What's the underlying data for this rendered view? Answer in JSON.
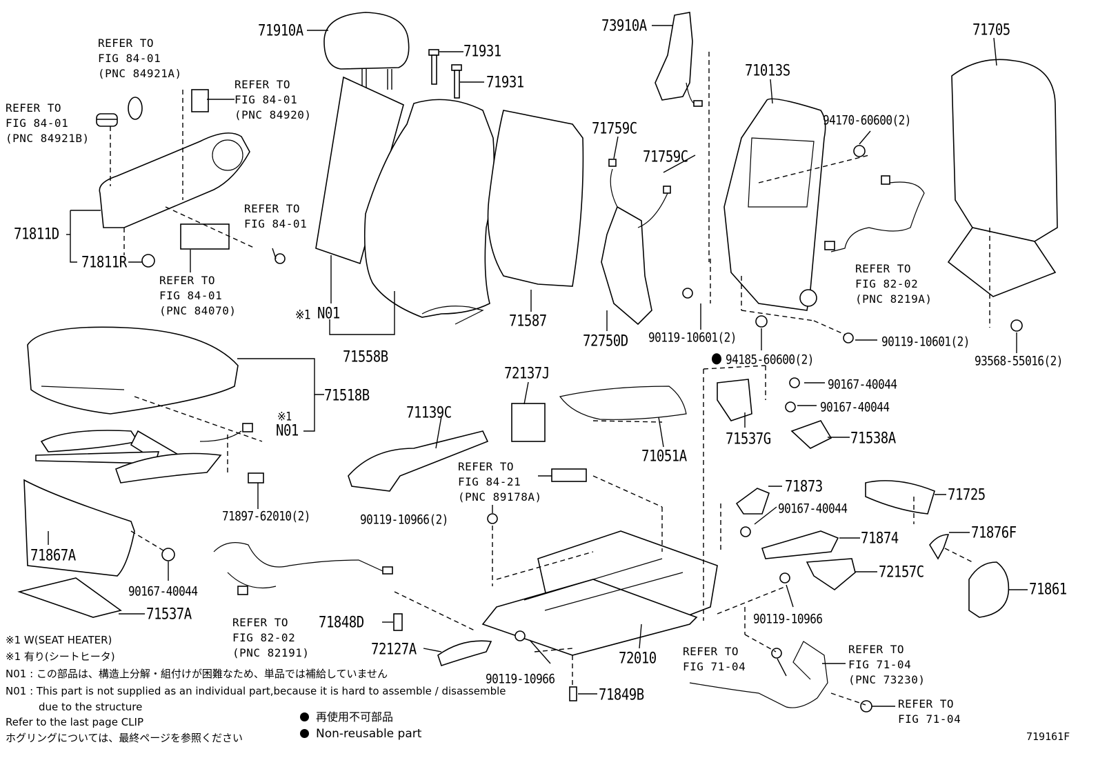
{
  "parts": {
    "p71910A": "71910A",
    "p71931a": "71931",
    "p71931b": "71931",
    "p73910A": "73910A",
    "p71705": "71705",
    "p71013S": "71013S",
    "p94170": "94170-60600(2)",
    "p71759C_a": "71759C",
    "p71759C_b": "71759C",
    "p71811D": "71811D",
    "p71811R": "71811R",
    "p71558B": "71558B",
    "p71587": "71587",
    "p72750D": "72750D",
    "p90119_10601a": "90119-10601(2)",
    "p90119_10601b": "90119-10601(2)",
    "p94185": "94185-60600(2)",
    "p93568": "93568-55016(2)",
    "pN01a": "N01",
    "pN01b": "N01",
    "x1a": "※1",
    "x1b": "※1",
    "p71518B": "71518B",
    "p72137J": "72137J",
    "p71139C": "71139C",
    "p71051A": "71051A",
    "p90167_a": "90167-40044",
    "p90167_b": "90167-40044",
    "p71537G": "71537G",
    "p71538A": "71538A",
    "p71897": "71897-62010(2)",
    "p90119_10966a": "90119-10966(2)",
    "p71873": "71873",
    "p90167_c": "90167-40044",
    "p71725": "71725",
    "p71874": "71874",
    "p71876F": "71876F",
    "p71867A": "71867A",
    "p90167_d": "90167-40044",
    "p72157C": "72157C",
    "p71861": "71861",
    "p90119_10966b": "90119-10966",
    "p71537A": "71537A",
    "p71848D": "71848D",
    "p72127A": "72127A",
    "p72010": "72010",
    "p90119_10966c": "90119-10966",
    "p71849B": "71849B"
  },
  "refs": {
    "r1": "REFER TO\nFIG 84-01\n(PNC 84921A)",
    "r2": "REFER TO\nFIG 84-01\n(PNC 84921B)",
    "r3": "REFER TO\nFIG 84-01\n(PNC 84920)",
    "r4": "REFER TO\nFIG 84-01",
    "r5": "REFER TO\nFIG 84-01\n(PNC 84070)",
    "r6": "REFER TO\nFIG 82-02\n(PNC 8219A)",
    "r7": "REFER TO\nFIG 84-21\n(PNC 89178A)",
    "r8": "REFER TO\nFIG 82-02\n(PNC 82191)",
    "r9": "REFER TO\nFIG 71-04",
    "r10": "REFER TO\nFIG 71-04\n(PNC 73230)",
    "r11": "REFER TO\nFIG 71-04"
  },
  "notes": {
    "n1": "※1  W(SEAT HEATER)",
    "n2": "※1  有り(シートヒータ)",
    "n3": "N01 : この部品は、構造上分解・組付けが困難なため、単品では補給していません",
    "n4": "N01 : This part is not supplied as an individual part,because it is hard to assemble / disassemble",
    "n5": "due to the structure",
    "n6": "Refer to the last page CLIP",
    "n7": "ホグリングについては、最終ページを参照ください"
  },
  "legend": {
    "jp": "再使用不可部品",
    "en": "Non-reusable part"
  },
  "figure_code": "719161F"
}
